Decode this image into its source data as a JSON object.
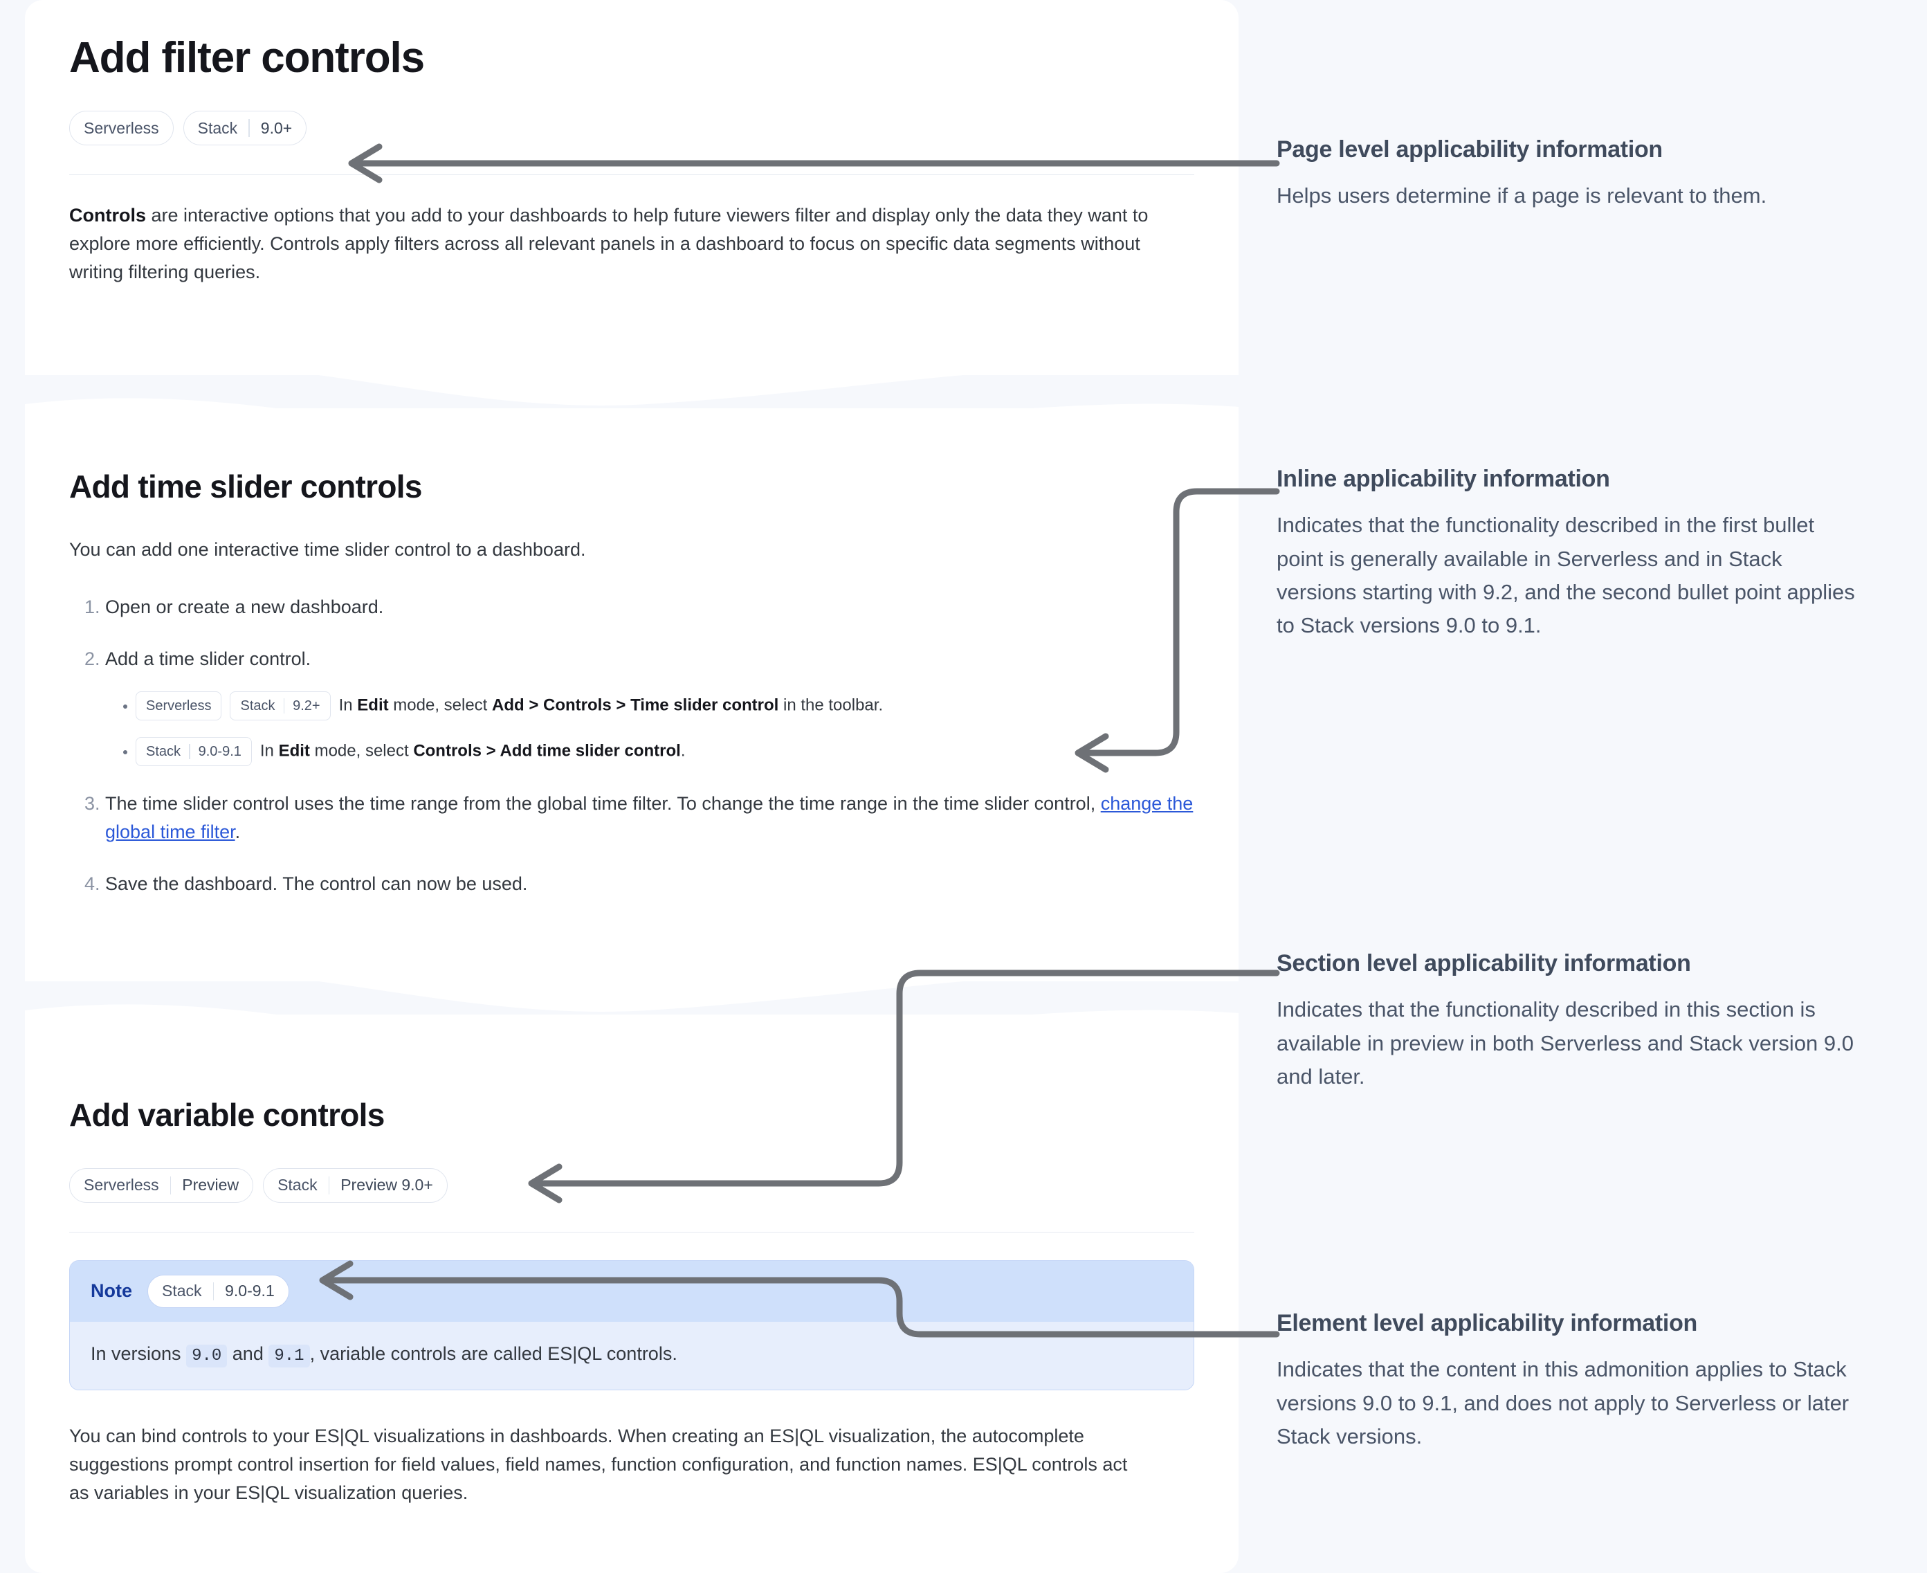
{
  "page": {
    "title": "Add filter controls",
    "applicability": [
      {
        "product": "Serverless",
        "version": ""
      },
      {
        "product": "Stack",
        "version": "9.0+"
      }
    ],
    "intro_lead": "Controls",
    "intro_rest": " are interactive options that you add to your dashboards to help future viewers filter and display only the data they want to explore more efficiently. Controls apply filters across all relevant panels in a dashboard to focus on specific data segments without writing filtering queries."
  },
  "section_time_slider": {
    "heading": "Add time slider controls",
    "intro": "You can add one interactive time slider control to a dashboard.",
    "steps": [
      {
        "text": "Open or create a new dashboard."
      },
      {
        "text": "Add a time slider control."
      },
      {
        "text_before": "The time slider control uses the time range from the global time filter. To change the time range in the time slider control, ",
        "link": "change the global time filter",
        "text_after": "."
      },
      {
        "text": "Save the dashboard. The control can now be used."
      }
    ],
    "sub_bullets": [
      {
        "badges": [
          {
            "product": "Serverless",
            "version": ""
          },
          {
            "product": "Stack",
            "version": "9.2+"
          }
        ],
        "prefix": "In ",
        "b1": "Edit",
        "mid1": " mode, select ",
        "b2": "Add",
        "sep1": " > ",
        "b3": "Controls",
        "sep2": " > ",
        "b4": "Time slider control",
        "suffix": " in the toolbar."
      },
      {
        "badges": [
          {
            "product": "Stack",
            "version": "9.0-9.1"
          }
        ],
        "prefix": "In ",
        "b1": "Edit",
        "mid1": " mode, select ",
        "b2": "Controls",
        "sep1": " > ",
        "b3": "Add time slider control",
        "sep2": "",
        "b4": "",
        "suffix": "."
      }
    ]
  },
  "section_variable": {
    "heading": "Add variable controls",
    "applicability": [
      {
        "product": "Serverless",
        "version": "Preview"
      },
      {
        "product": "Stack",
        "version": "Preview 9.0+"
      }
    ],
    "note": {
      "label": "Note",
      "badge": {
        "product": "Stack",
        "version": "9.0-9.1"
      },
      "body_before": "In versions ",
      "code1": "9.0",
      "body_mid": " and ",
      "code2": "9.1",
      "body_after": ", variable controls are called ES|QL controls."
    },
    "paragraph": "You can bind controls to your ES|QL visualizations in dashboards. When creating an ES|QL visualization, the autocomplete suggestions prompt control insertion for field values, field names, function configuration, and function names. ES|QL controls act as variables in your ES|QL visualization queries."
  },
  "annotations": [
    {
      "title": "Page level applicability information",
      "text": "Helps users determine if a page is relevant to them."
    },
    {
      "title": "Inline applicability information",
      "text": "Indicates that the functionality described in the first bullet point is generally available in Serverless and in Stack versions starting with 9.2, and the second bullet point applies to Stack versions 9.0 to 9.1."
    },
    {
      "title": "Section level applicability information",
      "text": "Indicates that the functionality described in this section is available in preview in both Serverless and Stack version 9.0 and later."
    },
    {
      "title": "Element level applicability information",
      "text": "Indicates that the content in this admonition applies to Stack versions 9.0 to 9.1, and does not apply to Serverless or later Stack versions."
    }
  ],
  "colors": {
    "page_background": "#f6f8fc",
    "card_background": "#ffffff",
    "connector": "#6e7176",
    "link": "#2b58d8",
    "note_header": "#cfe0fb",
    "note_body": "#e7eefc",
    "note_label": "#15399b",
    "annotation_title": "#3f4a5c"
  }
}
